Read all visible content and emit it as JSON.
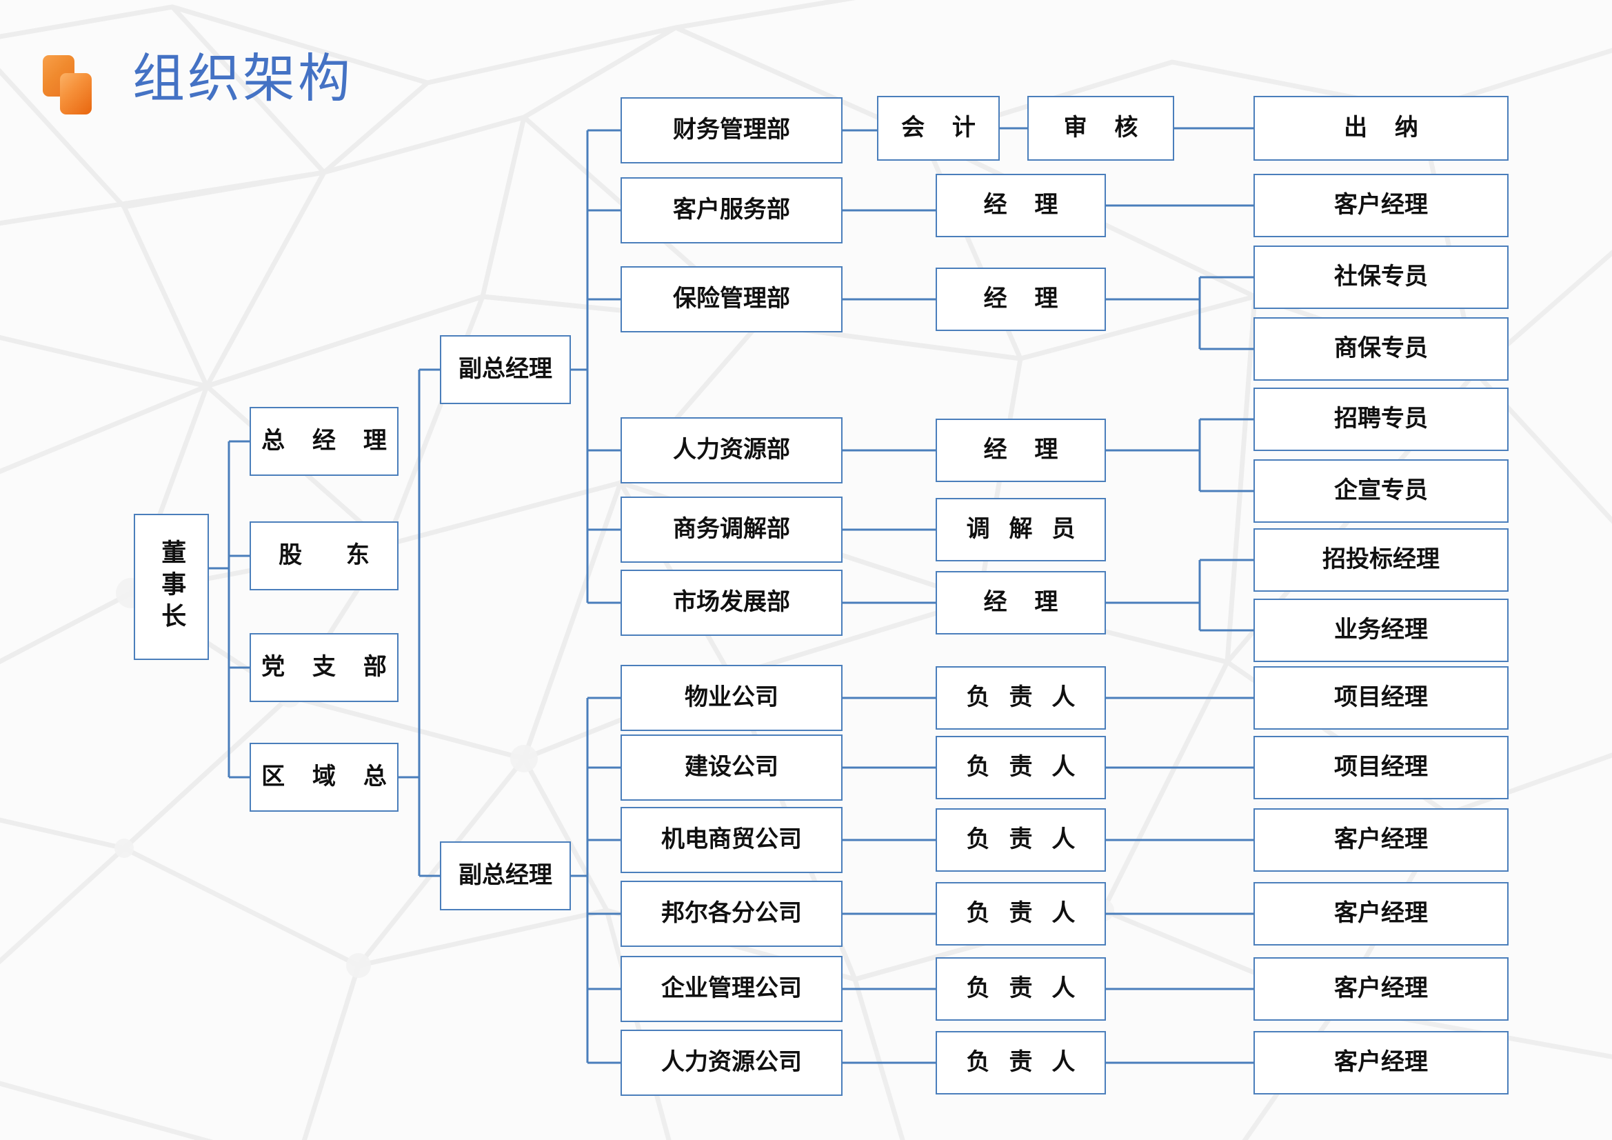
{
  "header": {
    "title": "组织架构",
    "logo_icon": "orange-double-square-logo",
    "title_color": "#4472c4"
  },
  "theme": {
    "box_border": "#4a7ebb",
    "box_fill": "#ffffff",
    "connector": "#4a7ebb",
    "text": "#101010",
    "background": "#fbfbfb",
    "mesh": "#eeeeee"
  },
  "chart": {
    "type": "org-chart",
    "root": {
      "label": "董事长",
      "orientation": "vertical"
    },
    "level1": [
      {
        "label": "总 经 理"
      },
      {
        "label": "股   东"
      },
      {
        "label": "党 支 部"
      },
      {
        "label": "区 域 总"
      }
    ],
    "vice_gm_top": {
      "label": "副总经理"
    },
    "vice_gm_bottom": {
      "label": "副总经理"
    },
    "departments": [
      {
        "label": "财务管理部",
        "chain": [
          {
            "label": "会  计"
          },
          {
            "label": "审  核"
          },
          {
            "label": "出   纳"
          }
        ]
      },
      {
        "label": "客户服务部",
        "role": {
          "label": "经  理"
        },
        "staff": [
          {
            "label": "客户经理"
          }
        ]
      },
      {
        "label": "保险管理部",
        "role": {
          "label": "经  理"
        },
        "staff": [
          {
            "label": "社保专员"
          },
          {
            "label": "商保专员"
          }
        ]
      },
      {
        "label": "人力资源部",
        "role": {
          "label": "经  理"
        },
        "staff": [
          {
            "label": "招聘专员"
          },
          {
            "label": "企宣专员"
          }
        ]
      },
      {
        "label": "商务调解部",
        "role": {
          "label": "调 解 员"
        },
        "staff": []
      },
      {
        "label": "市场发展部",
        "role": {
          "label": "经  理"
        },
        "staff": [
          {
            "label": "招投标经理"
          },
          {
            "label": "业务经理"
          }
        ]
      }
    ],
    "subsidiaries": [
      {
        "label": "物业公司",
        "role": {
          "label": "负 责 人"
        },
        "staff": {
          "label": "项目经理"
        }
      },
      {
        "label": "建设公司",
        "role": {
          "label": "负 责 人"
        },
        "staff": {
          "label": "项目经理"
        }
      },
      {
        "label": "机电商贸公司",
        "role": {
          "label": "负 责 人"
        },
        "staff": {
          "label": "客户经理"
        }
      },
      {
        "label": "邦尔各分公司",
        "role": {
          "label": "负 责 人"
        },
        "staff": {
          "label": "客户经理"
        }
      },
      {
        "label": "企业管理公司",
        "role": {
          "label": "负 责 人"
        },
        "staff": {
          "label": "客户经理"
        }
      },
      {
        "label": "人力资源公司",
        "role": {
          "label": "负 责 人"
        },
        "staff": {
          "label": "客户经理"
        }
      }
    ]
  }
}
